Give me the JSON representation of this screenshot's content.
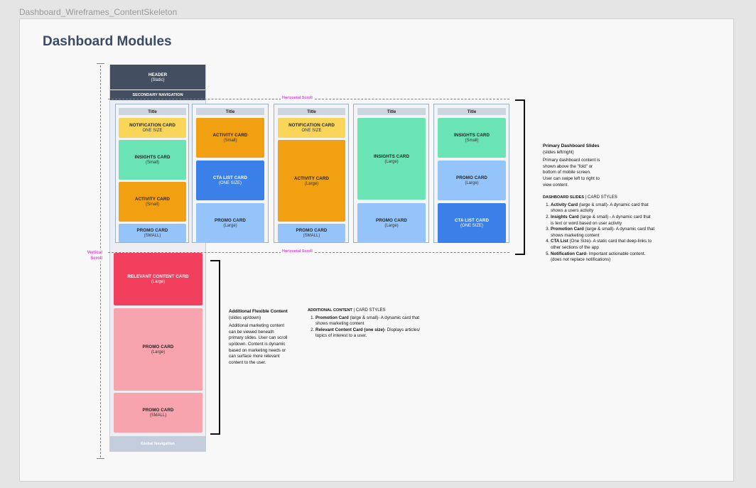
{
  "frame_title": "Dashboard_Wireframes_ContentSkeleton",
  "page_title": "Dashboard Modules",
  "header": {
    "title": "HEADER",
    "sub": "(Static)"
  },
  "secondary_nav": "SECONDARY NAVIGATION",
  "global_nav": "Global Navigation",
  "scroll_labels": {
    "horizontal": "Horizontal Scroll",
    "vertical": "Vertical\nScroll"
  },
  "slides": [
    {
      "title": "Title",
      "cards": [
        {
          "t": "NOTIFICATION CARD",
          "s": "ONE SIZE"
        },
        {
          "t": "INSIGHTS CARD",
          "s": "(Small)"
        },
        {
          "t": "ACTIVITY CARD",
          "s": "(Small)"
        },
        {
          "t": "PROMO CARD",
          "s": "(SMALL)"
        }
      ]
    },
    {
      "title": "Title",
      "cards": [
        {
          "t": "ACTIVITY CARD",
          "s": "(Small)"
        },
        {
          "t": "CTA LIST CARD",
          "s": "(ONE SIZE)"
        },
        {
          "t": "PROMO CARD",
          "s": "(Large)"
        }
      ]
    },
    {
      "title": "Title",
      "cards": [
        {
          "t": "NOTIFICATION CARD",
          "s": "ONE SIZE"
        },
        {
          "t": "ACTIVITY CARD",
          "s": "(Large)"
        },
        {
          "t": "PROMO CARD",
          "s": "(SMALL)"
        }
      ]
    },
    {
      "title": "Title",
      "cards": [
        {
          "t": "INSIGHTS CARD",
          "s": "(Large)"
        },
        {
          "t": "PROMO CARD",
          "s": "(Large)"
        }
      ]
    },
    {
      "title": "Title",
      "cards": [
        {
          "t": "INSIGHTS CARD",
          "s": "(Small)"
        },
        {
          "t": "PROMO CARD",
          "s": "(Large)"
        },
        {
          "t": "CTA LIST CARD",
          "s": "(ONE SIZE)"
        }
      ]
    }
  ],
  "additional_cards": [
    {
      "t": "RELEVANT CONTENT CARD",
      "s": "(Large)"
    },
    {
      "t": "PROMO CARD",
      "s": "(Large)"
    },
    {
      "t": "PROMO CARD",
      "s": "(SMALL)"
    }
  ],
  "primary_desc": {
    "heading": "Primary Dashboard Slides",
    "sub": "(slides left/right)",
    "body": [
      "Primary dashboard content is",
      "shown above the \"fold\" or",
      "bottom of mobile screen.",
      "User can swipe left to right to",
      "view content."
    ],
    "styles_heading_bold": "DASHBOARD SLIDES",
    "styles_heading_rest": " | CARD STYLES",
    "items": [
      {
        "b": "Activity Card",
        "r": "  (large & small)- A dynamic card that",
        "r2": "shows a users activity"
      },
      {
        "b": "Insights Card",
        "r": "  (large & small) - A dynamic card that",
        "r2": "is text or word based on user activity"
      },
      {
        "b": "Promotion Card",
        "r": " (large & small)- A dynamic card that",
        "r2": "shows marketing content"
      },
      {
        "b": "CTA List",
        "r": " (One Size)- A static card that deep-links to",
        "r2": "other sections of the app"
      },
      {
        "b": "Notification Card",
        "r": "- Important actionable content.",
        "r2": "(does not replace notifications)"
      }
    ]
  },
  "additional_desc": {
    "heading": "Additional Flexible Content",
    "sub": "(slides up/down)",
    "body": [
      "Additional marketing content",
      "can be viewed beneath",
      "primary slides. User can scroll",
      "up/down. Content is dynamic",
      "based on marketing needs or",
      "can surface more relevant",
      "content to the user."
    ],
    "styles_heading_bold": "ADDITIONAL CONTENT",
    "styles_heading_rest": " | CARD STYLES",
    "items": [
      {
        "b": "Promotion Card",
        "r": " (large & small)- A dynamic card that",
        "r2": "shows marketing content"
      },
      {
        "b": "Relevant Content Card (one size)",
        "r": "- Displays articles/",
        "r2": "topics of interest to a user."
      }
    ]
  },
  "colors": {
    "header": "#434e60",
    "accent_magenta": "#e045d2",
    "title_text": "#3c4a63"
  }
}
